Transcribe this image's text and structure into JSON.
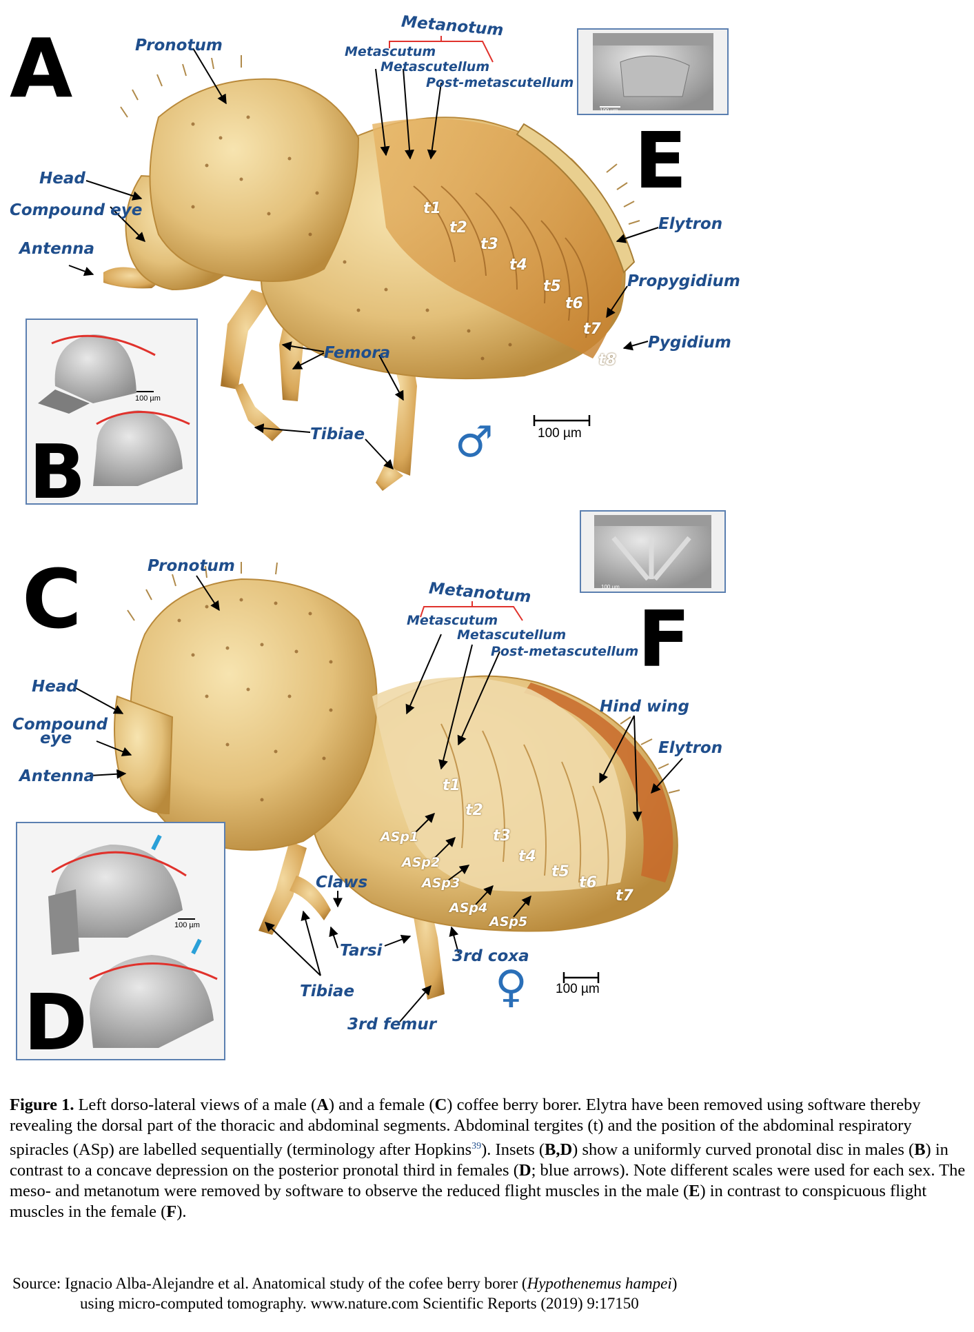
{
  "panels": {
    "A": "A",
    "B": "B",
    "C": "C",
    "D": "D",
    "E": "E",
    "F": "F"
  },
  "male": {
    "labels": {
      "pronotum": "Pronotum",
      "metanotum": "Metanotum",
      "metascutum": "Metascutum",
      "metascutellum": "Metascutellum",
      "post_metascutellum": "Post-metascutellum",
      "head": "Head",
      "compound_eye": "Compound eye",
      "antenna": "Antenna",
      "elytron": "Elytron",
      "propygidium": "Propygidium",
      "pygidium": "Pygidium",
      "femora": "Femora",
      "tibiae": "Tibiae"
    },
    "tergites": [
      "t1",
      "t2",
      "t3",
      "t4",
      "t5",
      "t6",
      "t7",
      "t8"
    ],
    "scale": "100 µm",
    "sex_symbol": "♂"
  },
  "female": {
    "labels": {
      "pronotum": "Pronotum",
      "metanotum": "Metanotum",
      "metascutum": "Metascutum",
      "metascutellum": "Metascutellum",
      "post_metascutellum": "Post-metascutellum",
      "head": "Head",
      "compound_eye_1": "Compound",
      "compound_eye_2": "eye",
      "antenna": "Antenna",
      "hind_wing": "Hind wing",
      "elytron": "Elytron",
      "claws": "Claws",
      "tarsi": "Tarsi",
      "tibiae": "Tibiae",
      "third_coxa": "3rd coxa",
      "third_femur": "3rd femur"
    },
    "tergites": [
      "t1",
      "t2",
      "t3",
      "t4",
      "t5",
      "t6",
      "t7"
    ],
    "spiracles": [
      "ASp1",
      "ASp2",
      "ASp3",
      "ASp4",
      "ASp5"
    ],
    "scale": "100 µm",
    "sex_symbol": "♀"
  },
  "inset_scales": {
    "B": "100 µm",
    "D": "100 µm",
    "E": "100 µm",
    "F": "100 µm"
  },
  "caption": {
    "label": "Figure 1.",
    "p1": "  Left dorso-lateral views of a male (",
    "A": "A",
    "p2": ") and a female (",
    "C": "C",
    "p3": ") coffee berry borer. Elytra have been removed using software thereby revealing the dorsal part of the thoracic and abdominal segments. Abdominal tergites (t) and the position of the abdominal respiratory spiracles (ASp) are labelled sequentially (terminology after Hopkins",
    "ref": "39",
    "p4": "). Insets (",
    "BD": "B,D",
    "p5": ") show a uniformly curved pronotal disc in males (",
    "B": "B",
    "p6": ") in contrast to a concave depression on the posterior pronotal third in females (",
    "D": "D",
    "p7": "; blue arrows). Note different scales were used for each sex. The meso- and metanotum were removed by software to observe the reduced flight muscles in the male (",
    "E": "E",
    "p8": ") in contrast to conspicuous flight muscles in the female (",
    "F": "F",
    "p9": ")."
  },
  "source": {
    "line1a": "Source: Ignacio Alba-Alejandre et al. Anatomical study of the cofee berry borer (",
    "species": "Hypothenemus hampei",
    "line1b": ")",
    "line2": "using micro-computed tomography. www.nature.com Scientific Reports (2019) 9:17150"
  },
  "colors": {
    "label_blue": "#1f4e8c",
    "beetle_gold": "#e7c98a",
    "beetle_dark": "#c9953e",
    "tergite_orange": "#c97a2a",
    "bracket_red": "#e0322c",
    "sex_blue": "#2a6fb8"
  }
}
